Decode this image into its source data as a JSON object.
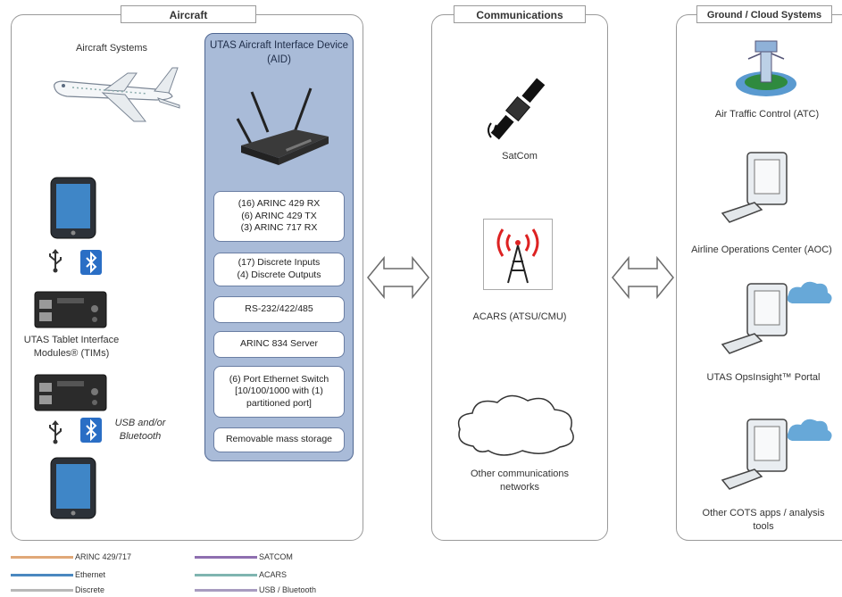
{
  "panels": {
    "aircraft": "Aircraft",
    "communications": "Communications",
    "ground": "Ground / Cloud Systems"
  },
  "aircraft": {
    "systems_label": "Aircraft Systems",
    "aid_title": "UTAS Aircraft Interface Device (AID)",
    "aid_boxes": [
      [
        "(16) ARINC 429 RX",
        "(6) ARINC 429 TX",
        "(3) ARINC 717 RX"
      ],
      [
        "(17) Discrete Inputs",
        "(4) Discrete Outputs"
      ],
      [
        "RS-232/422/485"
      ],
      [
        "ARINC 834 Server"
      ],
      [
        "(6) Port Ethernet Switch",
        "[10/100/1000 with (1)",
        "partitioned port]"
      ],
      [
        "Removable mass storage"
      ]
    ],
    "tim_label": "UTAS Tablet Interface Modules® (TIMs)",
    "usb_bt_label": "USB and/or Bluetooth"
  },
  "communications": {
    "satcom": "SatCom",
    "acars": "ACARS (ATSU/CMU)",
    "other": "Other communications networks"
  },
  "ground": {
    "atc": "Air Traffic Control (ATC)",
    "aoc": "Airline Operations Center (AOC)",
    "opsinsight": "UTAS OpsInsight™ Portal",
    "cots": "Other COTS apps / analysis tools"
  },
  "legend": [
    {
      "label": "ARINC 429/717",
      "color": "#e0a878"
    },
    {
      "label": "SATCOM",
      "color": "#8e6fb0"
    },
    {
      "label": "Ethernet",
      "color": "#4a88c0"
    },
    {
      "label": "ACARS",
      "color": "#7fb5b0"
    },
    {
      "label": "Discrete",
      "color": "#b8b8b8"
    },
    {
      "label": "USB / Bluetooth",
      "color": "#a89cc0"
    }
  ]
}
